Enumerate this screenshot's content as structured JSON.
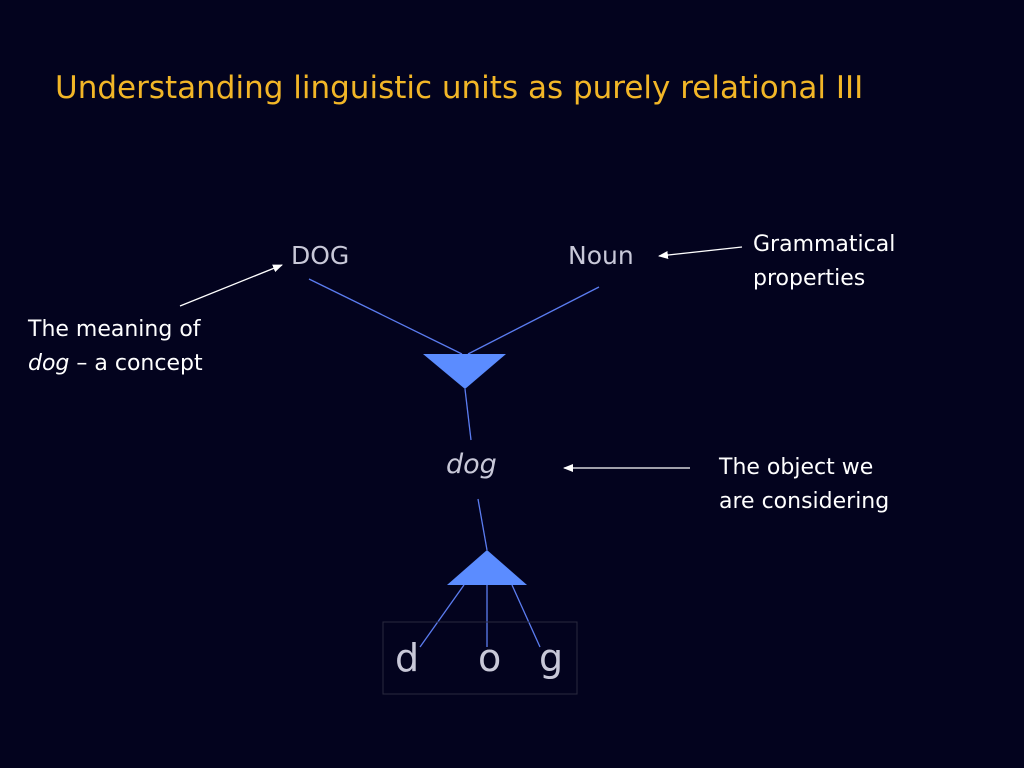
{
  "title": "Understanding linguistic units as purely relational III",
  "nodes": {
    "meaning": "DOG",
    "grammar": "Noun",
    "word": "dog",
    "letters": [
      "d",
      "o",
      "g"
    ]
  },
  "annotations": {
    "meaning_line1": "The meaning of",
    "meaning_line2_italic": "dog",
    "meaning_line2_rest": " – a concept",
    "grammar_line1": "Grammatical",
    "grammar_line2": "properties",
    "object_line1": "The object we",
    "object_line2": "are considering"
  },
  "colors": {
    "background": "#03031e",
    "title": "#f2b627",
    "node_fill": "#5b8cff",
    "connector": "#5b7cf0",
    "arrow": "#ffffff"
  }
}
